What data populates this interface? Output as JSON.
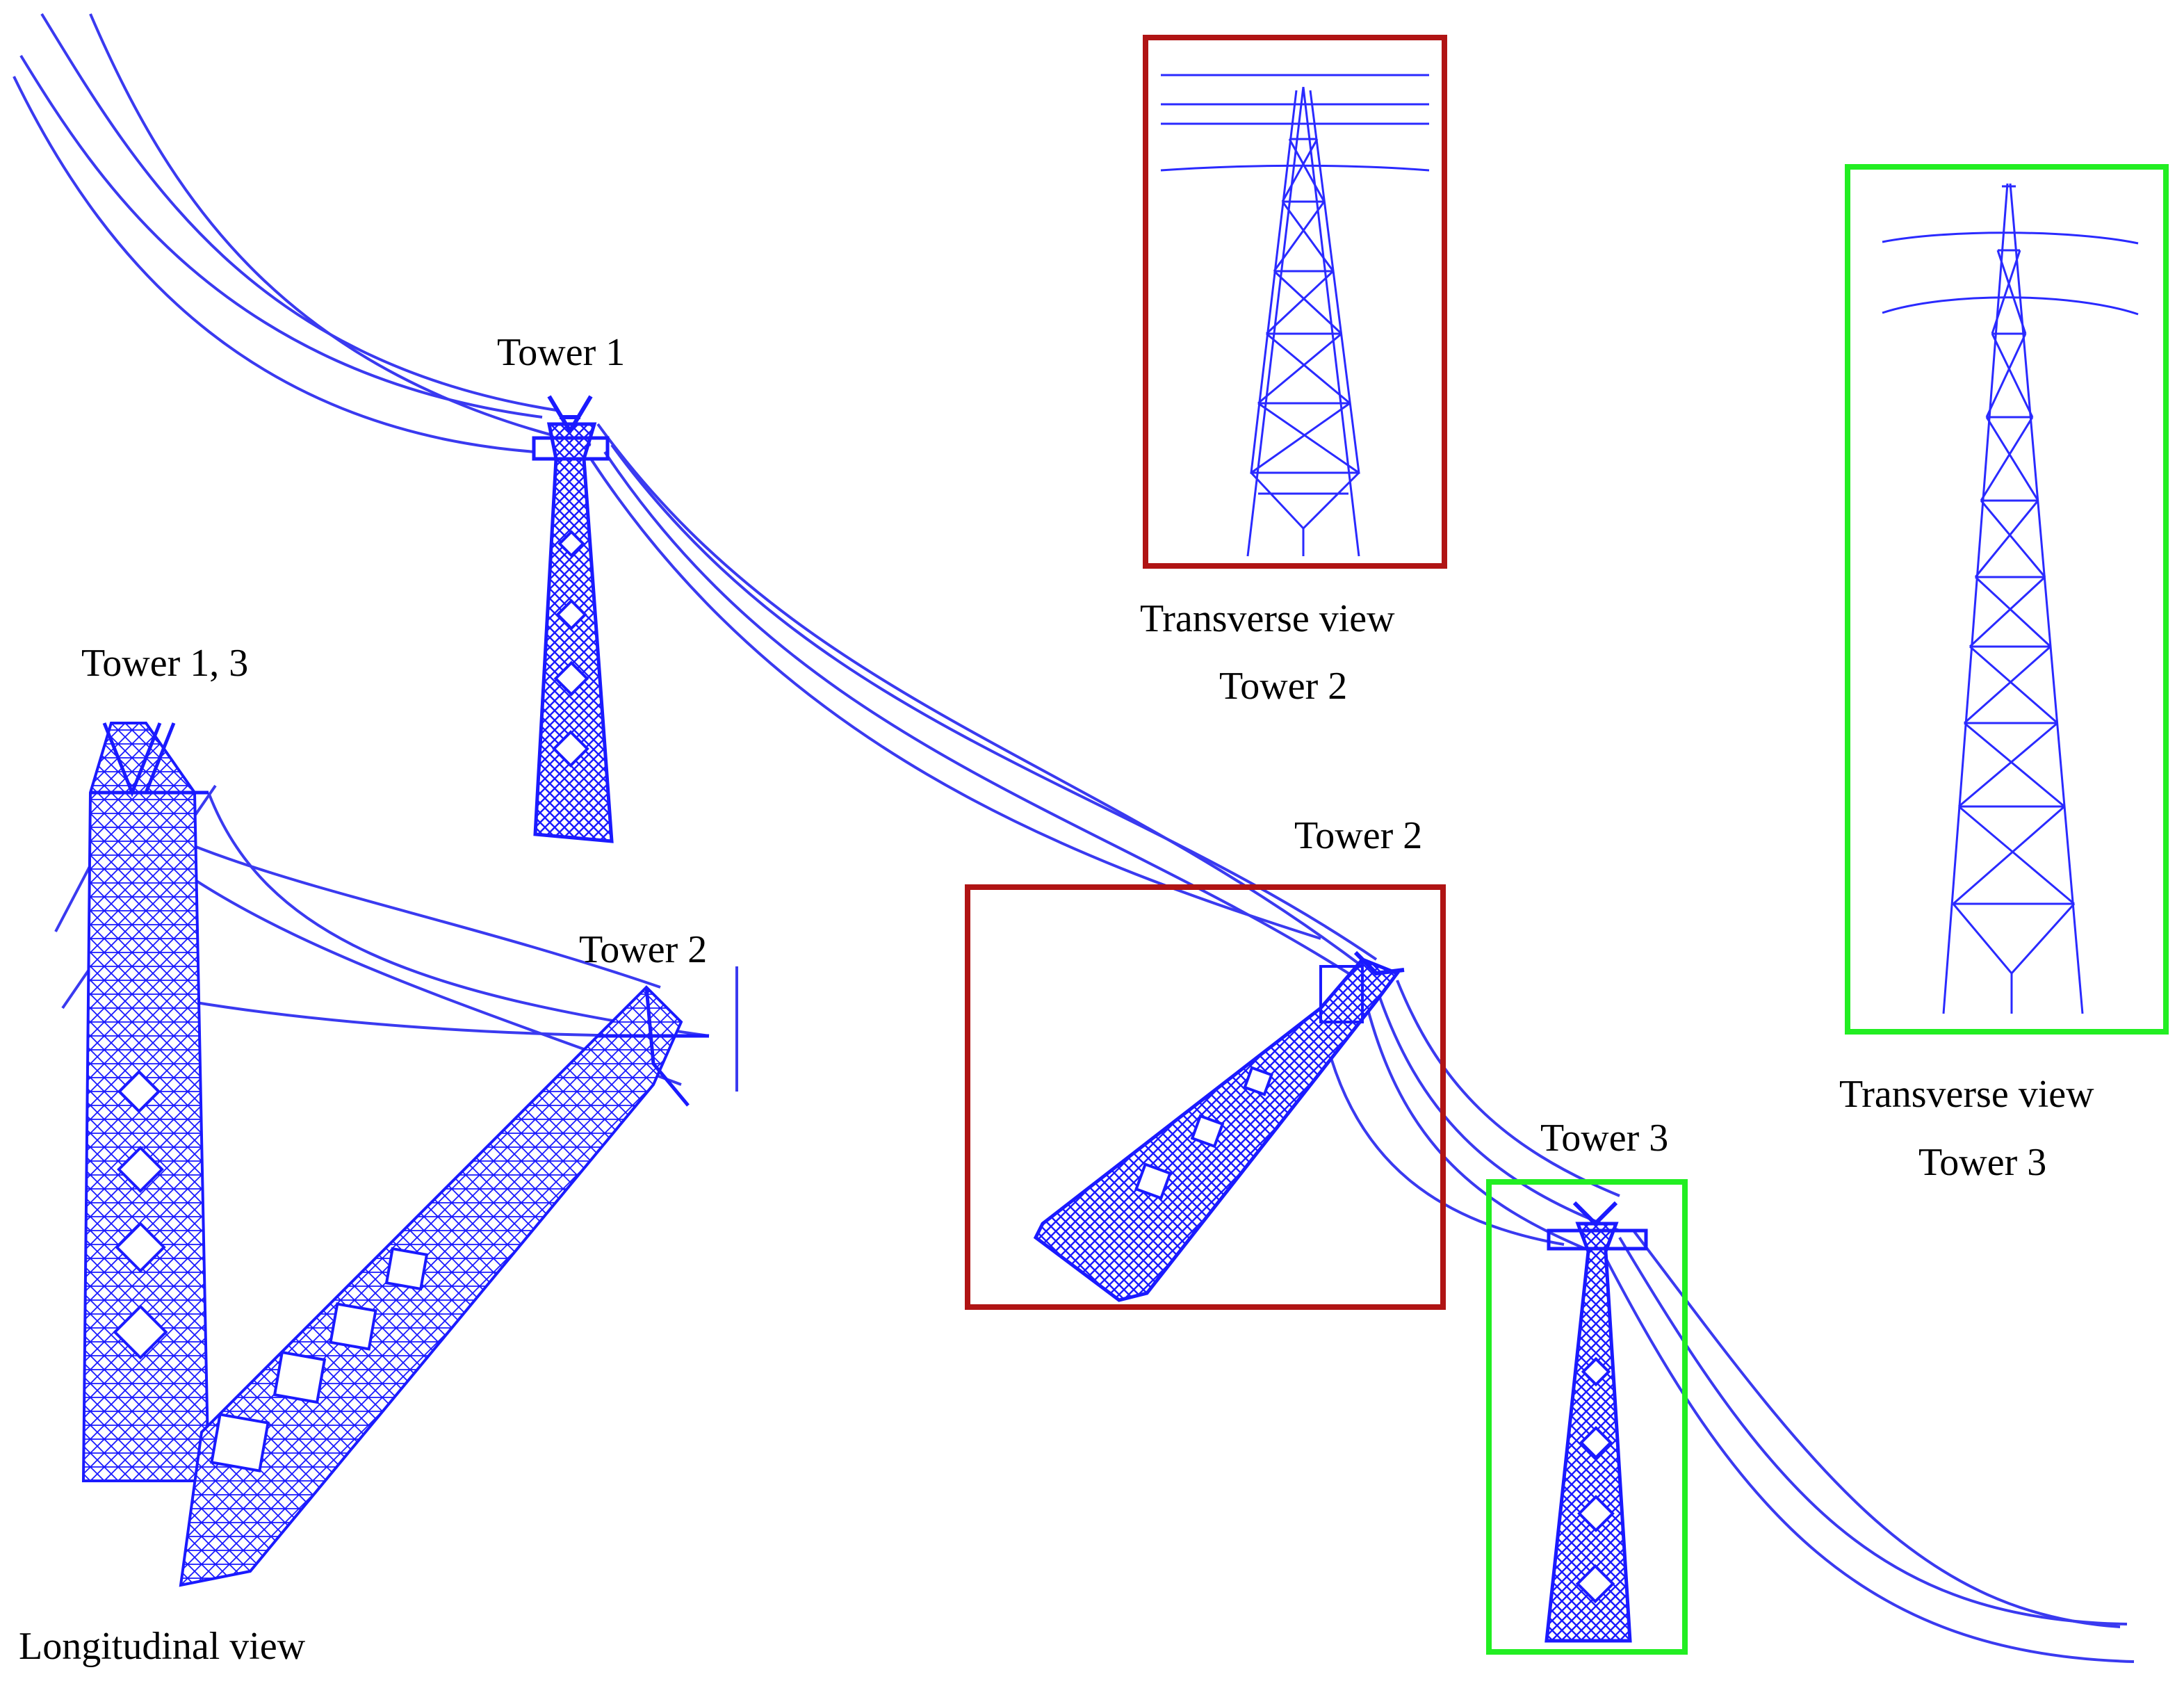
{
  "labels": {
    "tower1": "Tower 1",
    "tower2": "Tower 2",
    "tower3": "Tower 3",
    "tower13_longitudinal": "Tower 1, 3",
    "tower2_longitudinal": "Tower 2",
    "longitudinal_view": "Longitudinal  view",
    "transverse_view_tower2_line1": "Transverse view",
    "transverse_view_tower2_line2": "Tower 2",
    "transverse_view_tower3_line1": "Transverse view",
    "transverse_view_tower3_line2": "Tower 3"
  },
  "colors": {
    "structure": "#1a1aff",
    "conductor": "#3a3af0",
    "highlight_tower2": "#b01414",
    "highlight_tower3": "#22ee22",
    "background": "#ffffff"
  }
}
